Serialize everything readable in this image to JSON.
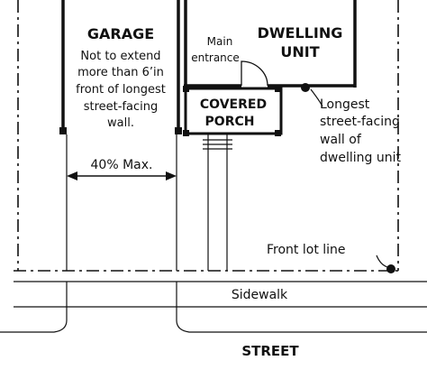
{
  "labels": {
    "garage_title": "GARAGE",
    "garage_note": [
      "Not to extend",
      "more than 6’in",
      "front of longest",
      "street-facing",
      "wall."
    ],
    "main_entrance": [
      "Main",
      "entrance"
    ],
    "dwelling_unit": [
      "DWELLING",
      "UNIT"
    ],
    "covered_porch": [
      "COVERED",
      "PORCH"
    ],
    "longest_wall_callout": [
      "Longest",
      "street-facing",
      "wall of",
      "dwelling unit"
    ],
    "width_limit": "40% Max.",
    "front_lot_line": "Front lot line",
    "sidewalk": "Sidewalk",
    "street": "STREET"
  }
}
